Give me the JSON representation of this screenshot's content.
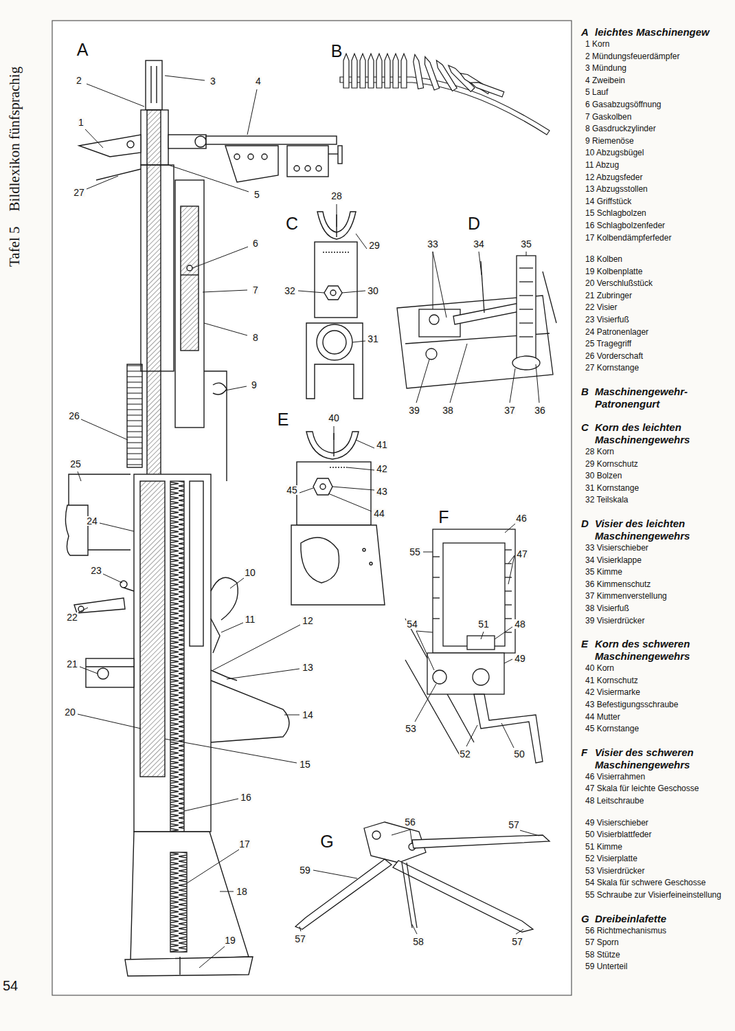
{
  "diagram": {
    "labels": [
      "Tafel 5",
      "Bildlexikon fünfsprachig",
      "54",
      "A",
      "B",
      "C",
      "D",
      "E",
      "F",
      "G",
      "1",
      "2",
      "3",
      "4",
      "5",
      "6",
      "7",
      "8",
      "9",
      "10",
      "11",
      "12",
      "13",
      "14",
      "15",
      "16",
      "17",
      "18",
      "19",
      "20",
      "21",
      "22",
      "23",
      "24",
      "25",
      "26",
      "27",
      "28",
      "29",
      "30",
      "31",
      "32",
      "33",
      "34",
      "35",
      "36",
      "37",
      "38",
      "39",
      "40",
      "41",
      "42",
      "43",
      "44",
      "45",
      "46",
      "47",
      "48",
      "49",
      "50",
      "51",
      "52",
      "53",
      "54",
      "55",
      "56",
      "57",
      "58",
      "59",
      "57",
      "57",
      "A",
      "leichtes Maschinengew",
      "1 Korn",
      "2 Mündungsfeuerdämpfer",
      "3 Mündung",
      "4 Zweibein",
      "5 Lauf",
      "6 Gasabzugsöffnung",
      "7 Gaskolben",
      "8 Gasdruckzylinder",
      "9 Riemenöse",
      "10 Abzugsbügel",
      "11 Abzug",
      "12 Abzugsfeder",
      "13 Abzugsstollen",
      "14 Griffstück",
      "15 Schlagbolzen",
      "16 Schlagbolzenfeder",
      "17 Kolbendämpferfeder",
      "18 Kolben",
      "19 Kolbenplatte",
      "20 Verschlußstück",
      "21 Zubringer",
      "22 Visier",
      "23 Visierfuß",
      "24 Patronenlager",
      "25 Tragegriff",
      "26 Vorderschaft",
      "27 Kornstange",
      "B",
      "Maschinengewehr-Patronengurt",
      "C",
      "Korn des leichten Maschinengewehrs",
      "28 Korn",
      "29 Kornschutz",
      "30 Bolzen",
      "31 Kornstange",
      "32 Teilskala",
      "D",
      "Visier des leichten Maschinengewehrs",
      "33 Visierschieber",
      "34 Visierklappe",
      "35 Kimme",
      "36 Kimmenschutz",
      "37 Kimmenverstellung",
      "38 Visierfuß",
      "39 Visierdrücker",
      "E",
      "Korn des schweren Maschinengewehrs",
      "40 Korn",
      "41 Kornschutz",
      "42 Visiermarke",
      "43 Befestigungsschraube",
      "44 Mutter",
      "45 Kornstange",
      "F",
      "Visier des schweren Maschinengewehrs",
      "46 Visierrahmen",
      "47 Skala für leichte Geschosse",
      "48 Leitschraube",
      "49 Visierschieber",
      "50 Visierblattfeder",
      "51 Kimme",
      "52 Visierplatte",
      "53 Visierdrücker",
      "54 Skala für schwere Geschosse",
      "55 Schraube zur Visierfeineinstellung",
      "G",
      "Dreibeinlafette",
      "56 Richtmechanismus",
      "57 Sporn",
      "58 Stütze",
      "59 Unterteil"
    ]
  }
}
